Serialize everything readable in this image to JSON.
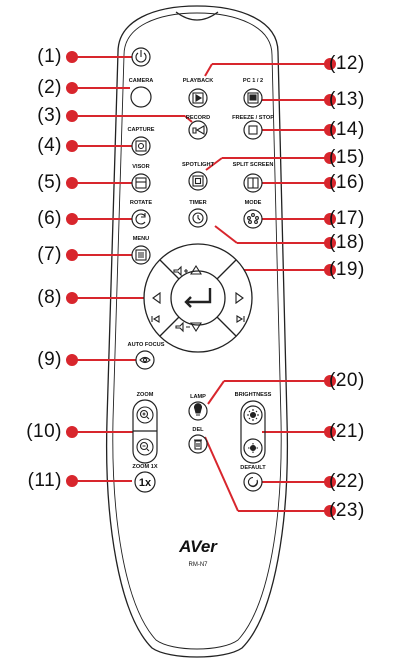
{
  "callouts": {
    "c1": "(1)",
    "c2": "(2)",
    "c3": "(3)",
    "c4": "(4)",
    "c5": "(5)",
    "c6": "(6)",
    "c7": "(7)",
    "c8": "(8)",
    "c9": "(9)",
    "c10": "(10)",
    "c11": "(11)",
    "c12": "(12)",
    "c13": "(13)",
    "c14": "(14)",
    "c15": "(15)",
    "c16": "(16)",
    "c17": "(17)",
    "c18": "(18)",
    "c19": "(19)",
    "c20": "(20)",
    "c21": "(21)",
    "c22": "(22)",
    "c23": "(23)"
  },
  "labels": {
    "camera": "CAMERA",
    "playback": "PLAYBACK",
    "pc12": "PC 1 / 2",
    "record": "RECORD",
    "capture": "CAPTURE",
    "freeze": "FREEZE / STOP",
    "visor": "VISOR",
    "spotlight": "SPOTLIGHT",
    "split": "SPLIT SCREEN",
    "rotate": "ROTATE",
    "timer": "TIMER",
    "mode": "MODE",
    "menu": "MENU",
    "autofocus": "AUTO FOCUS",
    "zoom": "ZOOM",
    "zoom1x": "ZOOM 1X",
    "zoom1x_btn": "1x",
    "lamp": "LAMP",
    "brightness": "BRIGHTNESS",
    "del": "DEL",
    "default": "DEFAULT"
  },
  "brand": {
    "logo": "AVer",
    "model": "RM-N7"
  },
  "colors": {
    "accent": "#d8262d",
    "outline": "#222222",
    "remote_fill": "#ffffff"
  },
  "icons": [
    "power-icon",
    "playback-icon",
    "pc-input-icon",
    "record-icon",
    "capture-icon",
    "stop-icon",
    "visor-icon",
    "spotlight-icon",
    "split-screen-icon",
    "rotate-icon",
    "timer-icon",
    "mode-icon",
    "menu-icon",
    "enter-icon",
    "volume-up-icon",
    "volume-down-icon",
    "left-arrow-icon",
    "right-arrow-icon",
    "autofocus-icon",
    "zoom-in-icon",
    "zoom-out-icon",
    "lamp-icon",
    "brightness-up-icon",
    "brightness-down-icon",
    "default-icon",
    "delete-icon"
  ]
}
